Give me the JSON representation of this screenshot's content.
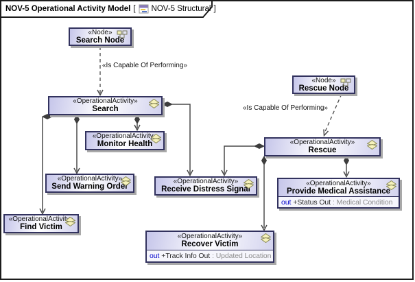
{
  "title": {
    "model_name": "NOV-5 Operational Activity Model",
    "bracket_open": "[",
    "diagram_name": "NOV-5 Structural",
    "bracket_close": "]"
  },
  "edge_labels": {
    "is_capable_of_performing": "«Is Capable Of Performing»"
  },
  "boxes": {
    "search_node": {
      "stereotype": "«Node»",
      "name": "Search Node"
    },
    "rescue_node": {
      "stereotype": "«Node»",
      "name": "Rescue Node"
    },
    "search": {
      "stereotype": "«OperationalActivity»",
      "name": "Search"
    },
    "monitor_health": {
      "stereotype": "«OperationalActivity»",
      "name": "Monitor Health"
    },
    "send_warning_order": {
      "stereotype": "«OperationalActivity»",
      "name": "Send Warning Order"
    },
    "find_victim": {
      "stereotype": "«OperationalActivity»",
      "name": "Find Victim"
    },
    "receive_distress_signal": {
      "stereotype": "«OperationalActivity»",
      "name": "Receive Distress Signal"
    },
    "rescue": {
      "stereotype": "«OperationalActivity»",
      "name": "Rescue"
    },
    "provide_medical_assistance": {
      "stereotype": "«OperationalActivity»",
      "name": "Provide Medical Assistance",
      "attr_direction": "out",
      "attr_name": "+Status Out",
      "attr_type": ": Medical Condition"
    },
    "recover_victim": {
      "stereotype": "«OperationalActivity»",
      "name": "Recover Victim",
      "attr_direction": "out",
      "attr_name": "+Track Info Out",
      "attr_type": ": Updated Location"
    }
  },
  "icons": {
    "node_boxes": "node-icon",
    "activity_boxes": "activity-icon",
    "title_bar": "nov5-diagram-icon"
  },
  "colors": {
    "box_border": "#32325e",
    "box_fill_light": "#ffffff",
    "box_fill_accent": "#c6c6ea",
    "attr_compartment_bg": "#f6f6fc",
    "shadow": "#a9a9a9",
    "connector": "#4a4a4a",
    "direction_keyword": "#0000cc",
    "attr_type_text": "#8c8c8c",
    "icon_fill": "#f5f1bb"
  }
}
